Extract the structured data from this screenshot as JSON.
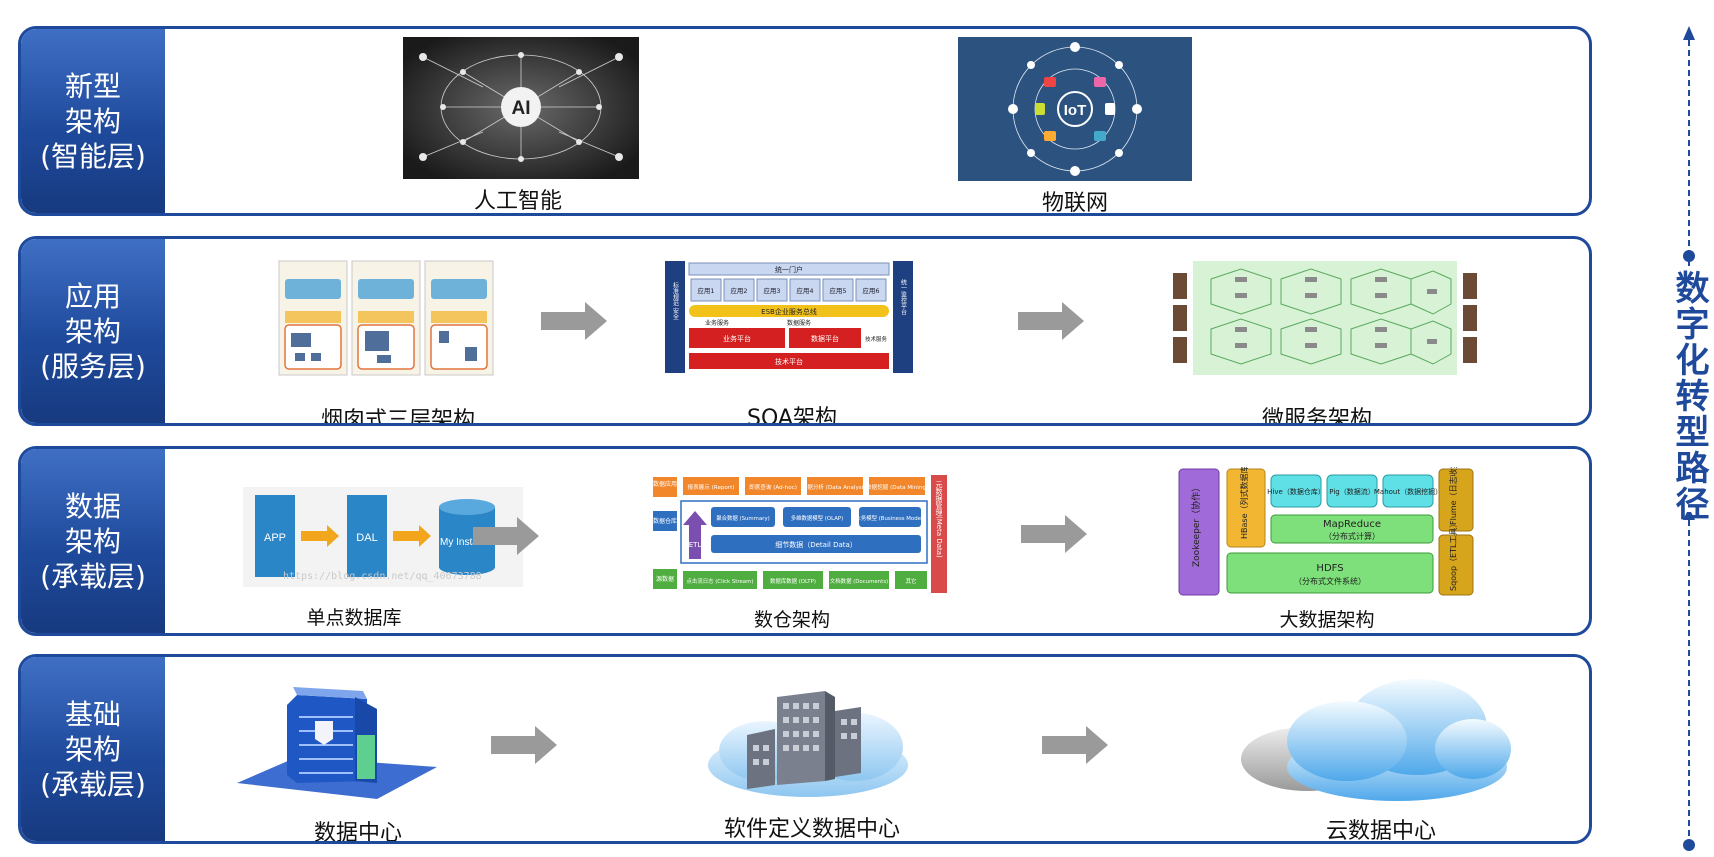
{
  "layers": [
    {
      "label_lines": [
        "新型",
        "架构",
        "(智能层)"
      ],
      "items": [
        {
          "caption": "人工智能",
          "image_text": "AI"
        },
        {
          "caption": "物联网",
          "image_text": "IoT"
        }
      ]
    },
    {
      "label_lines": [
        "应用",
        "架构",
        "(服务层)"
      ],
      "items": [
        {
          "caption": "烟囱式三层架构"
        },
        {
          "caption": "SOA架构",
          "image_text": {
            "top": "统一门户",
            "apps": [
              "应用1",
              "应用2",
              "应用3",
              "应用4",
              "应用5",
              "应用6"
            ],
            "bus": "ESB企业服务总线",
            "svc1": "业务服务",
            "svc2": "数据服务",
            "p1": "业务平台",
            "p2": "数据平台",
            "tech": "技术平台",
            "left": "标准规范 安全",
            "right": "统一监控平台",
            "tsvc": "技术服务"
          }
        },
        {
          "caption": "微服务架构"
        }
      ]
    },
    {
      "label_lines": [
        "数据",
        "架构",
        "(承载层)"
      ],
      "items": [
        {
          "caption": "单点数据库",
          "image_text": {
            "app": "APP",
            "dal": "DAL",
            "db": "My Instance",
            "watermark": "https://blog.csdn.net/qq_40673788"
          }
        },
        {
          "caption": "数仓架构",
          "image_text": {
            "top_label": "数据应用",
            "top": [
              "报表展示 (Report)",
              "即席查询 (Ad-hoc)",
              "数据分析 (Data Analysis)",
              "数据挖掘 (Data Mining)"
            ],
            "mid_label": "数据仓库",
            "mid": [
              "聚合数据 (Summary)",
              "多维数据模型 (OLAP)",
              "业务模型 (Business Model)"
            ],
            "detail": "细节数据（Detail Data）",
            "etl": "ETL",
            "src_label": "源数据",
            "src": [
              "点击流日志 (Click Stream)",
              "数据库数据 (OLTP)",
              "文档数据 (Documents)",
              "其它"
            ],
            "meta": "元数据管理(Meta Data)"
          }
        },
        {
          "caption": "大数据架构",
          "image_text": {
            "zookeeper": "Zookeeper（协作）",
            "hbase": "HBase（列式数据库）",
            "hive": "Hive（数据仓库）",
            "pig": "Pig（数据流）",
            "mahout": "Mahout（数据挖掘）",
            "mapreduce": "MapReduce",
            "mapreduce_sub": "（分布式计算）",
            "hdfs": "HDFS",
            "hdfs_sub": "（分布式文件系统）",
            "flume": "Flume（日志收集）",
            "sqoop": "Sqoop（ETL工具）"
          }
        }
      ]
    },
    {
      "label_lines": [
        "基础",
        "架构",
        "(承载层)"
      ],
      "items": [
        {
          "caption": "数据中心"
        },
        {
          "caption": "软件定义数据中心"
        },
        {
          "caption": "云数据中心"
        }
      ]
    }
  ],
  "side_title": "数字化转型路径",
  "colors": {
    "frame": "#1f4a9c",
    "label_bg": "#1f4a9c",
    "arrow": "#9a9a9a"
  }
}
